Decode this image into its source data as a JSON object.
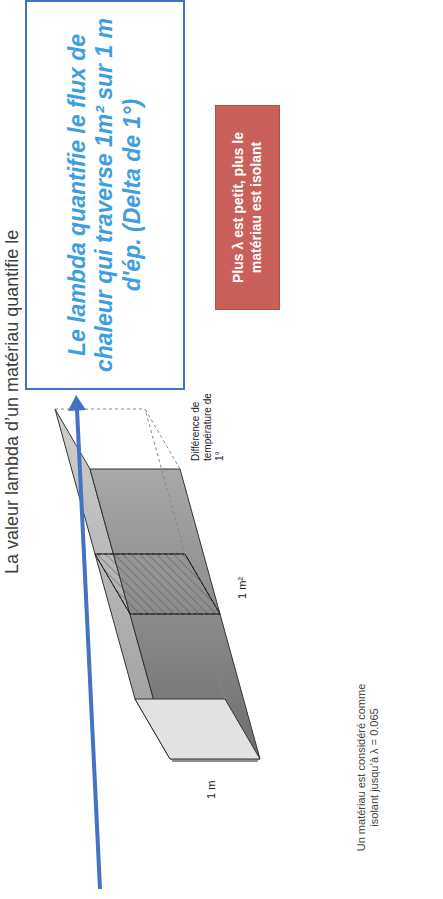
{
  "diagram": {
    "nodes": [
      {
        "text": [
          "Le lambda quantifie le flux de chaleur qui traverse 1m² sur 1 m d'ép. (Delta de 1°)"
        ]
      },
      {
        "text": [
          "Plus λ est petit, plus le matériau est isolant"
        ]
      }
    ],
    "edges": [],
    "labels": [
      "La valeur lambda d’un matériau quantifie le",
      "1 m",
      "1 m²",
      "Différence de température de 1°",
      "Un matériau est considéré comme isolant jusqu’à λ = 0.065"
    ]
  }
}
